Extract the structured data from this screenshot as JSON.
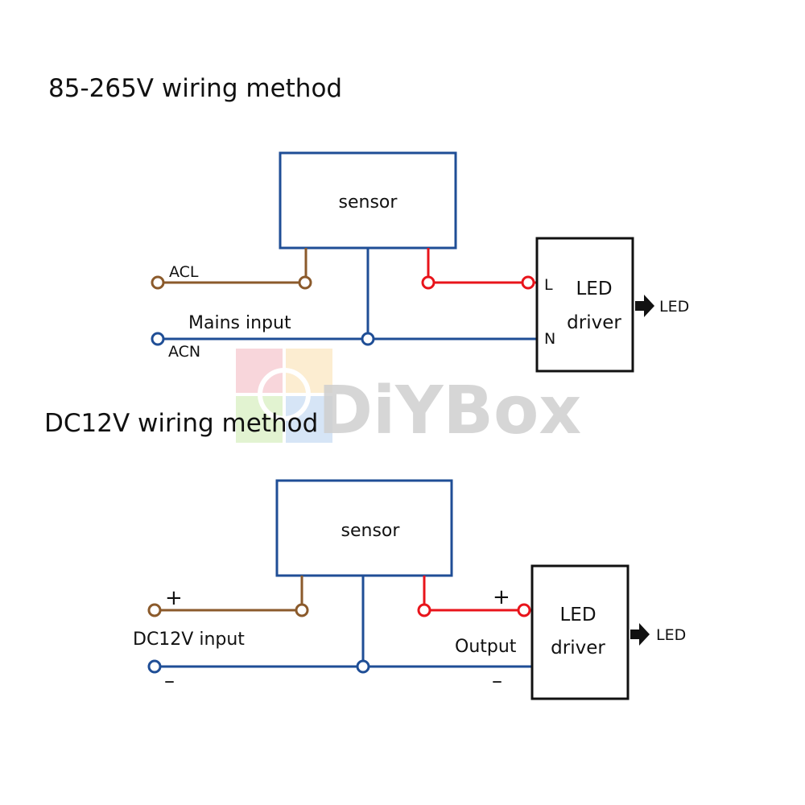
{
  "ac": {
    "title": "85-265V wiring method",
    "sensor_label": "sensor",
    "acl_label": "ACL",
    "mains_label": "Mains input",
    "acn_label": "ACN",
    "l_label": "L",
    "n_label": "N",
    "driver_line1": "LED",
    "driver_line2": "driver",
    "out_label": "LED"
  },
  "dc": {
    "title": "DC12V wiring method",
    "sensor_label": "sensor",
    "plus_in": "+",
    "input_label": "DC12V input",
    "minus_in": "–",
    "plus_out": "+",
    "output_label": "Output",
    "minus_out": "–",
    "driver_line1": "LED",
    "driver_line2": "driver",
    "out_label": "LED"
  },
  "watermark": {
    "text": "DiYBox"
  },
  "colors": {
    "blue": "#1f4e96",
    "brown": "#8b5a2b",
    "red": "#e8141b",
    "box": "#1f4e96",
    "driver_box": "#111111"
  }
}
